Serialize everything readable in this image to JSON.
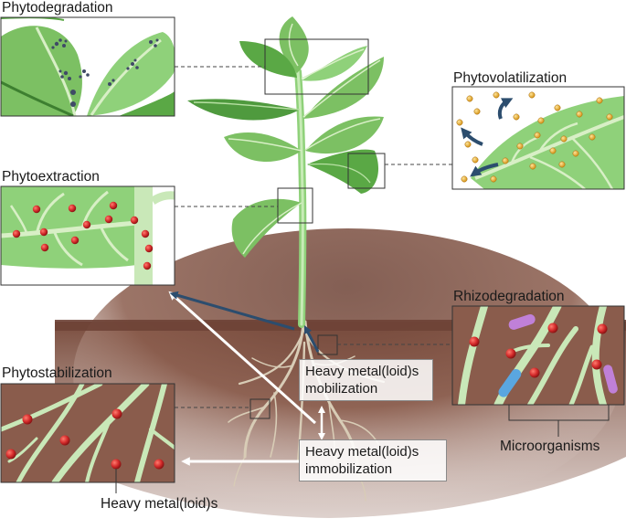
{
  "labels": {
    "phytodegradation": "Phytodegradation",
    "phytovolatilization": "Phytovolatilization",
    "phytoextraction": "Phytoextraction",
    "rhizodegradation": "Rhizodegradation",
    "phytostabilization": "Phytostabilization",
    "microorganisms": "Microorganisms",
    "heavy_metals": "Heavy metal(loid)s"
  },
  "process_boxes": {
    "mobilization": {
      "line1": "Heavy metal(loid)s",
      "line2": "mobilization"
    },
    "immobilization": {
      "line1": "Heavy metal(loid)s",
      "line2": "immobilization"
    }
  },
  "colors": {
    "leaf_light": "#a6d98c",
    "leaf_mid": "#7cc063",
    "leaf_dark": "#4f9a3e",
    "vein": "#d8efc6",
    "soil": "#8a5c4c",
    "soil_dark": "#6e4336",
    "root_panel": "#c9e8b8",
    "metal_red": "#d42b2b",
    "volatile_gold": "#e8a926",
    "arrow_navy": "#2c4d6e",
    "bacteria_purple": "#b56fd0",
    "bacteria_blue": "#5aa6e0"
  }
}
